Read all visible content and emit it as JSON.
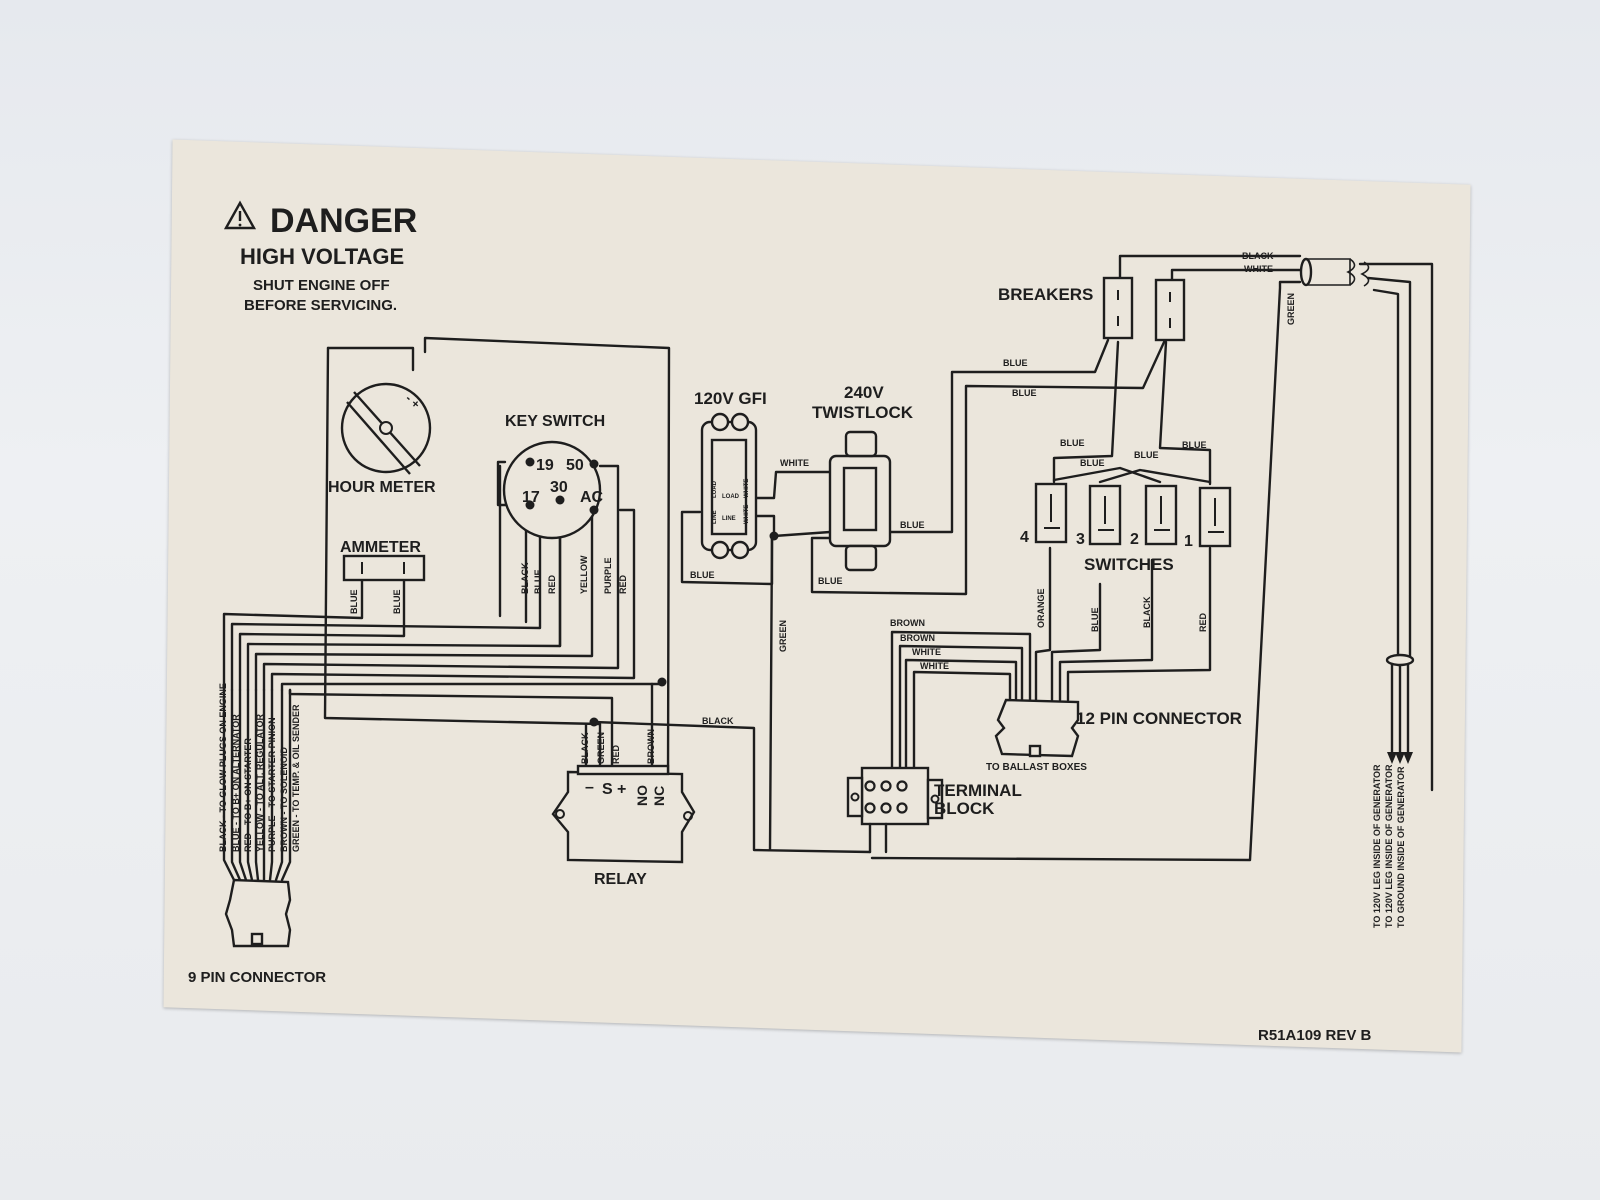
{
  "warning": {
    "title": "DANGER",
    "subtitle": "HIGH VOLTAGE",
    "line1": "SHUT ENGINE OFF",
    "line2": "BEFORE SERVICING."
  },
  "components": {
    "hour_meter": "HOUR METER",
    "key_switch": "KEY SWITCH",
    "ammeter": "AMMETER",
    "relay": "RELAY",
    "gfi": "120V GFI",
    "twistlock_1": "240V",
    "twistlock_2": "TWISTLOCK",
    "breakers": "BREAKERS",
    "switches": "SWITCHES",
    "pin12": "12 PIN CONNECTOR",
    "ballast": "TO BALLAST BOXES",
    "terminal_1": "TERMINAL",
    "terminal_2": "BLOCK",
    "pin9": "9 PIN CONNECTOR",
    "part_number": "R51A109 REV B"
  },
  "key_switch_terminals": [
    "19",
    "50",
    "17",
    "30",
    "AC"
  ],
  "relay_terminals": [
    "–",
    "S",
    "+",
    "NO",
    "NC"
  ],
  "gfi_marks": [
    "LOAD",
    "LINE",
    "LOAD",
    "WHITE",
    "WHITE",
    "LINE"
  ],
  "switch_numbers": [
    "4",
    "3",
    "2",
    "1"
  ],
  "hour_meter_marks": "- +",
  "wire_colors": {
    "black": "BLACK",
    "white": "WHITE",
    "blue": "BLUE",
    "green": "GREEN",
    "red": "RED",
    "yellow": "YELLOW",
    "purple": "PURPLE",
    "brown": "BROWN",
    "orange": "ORANGE"
  },
  "nine_pin_legend": [
    "BLACK - TO GLOW PLUGS ON ENGINE",
    "BLUE - TO B+ ON ALTERNATOR",
    "RED - TO B+ ON STARTER",
    "YELLOW - TO ALT. REGULATOR",
    "PURPLE - TO STARTER PINION",
    "BROWN - TO SOLENOID",
    "GREEN - TO TEMP. & OIL SENDER"
  ],
  "generator_legend": [
    "TO 120V LEG INSIDE OF GENERATOR",
    "TO 120V LEG INSIDE OF GENERATOR",
    "TO GROUND INSIDE OF GENERATOR"
  ]
}
